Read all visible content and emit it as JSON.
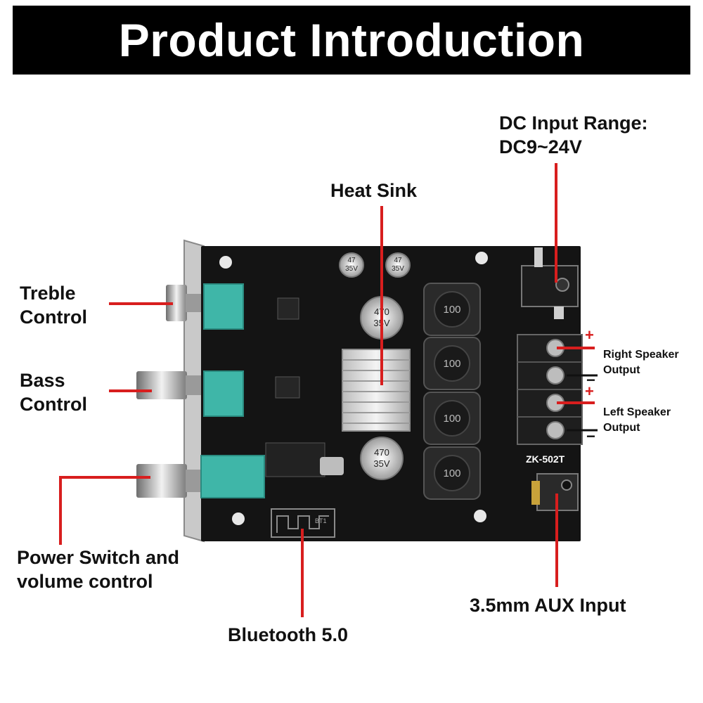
{
  "header": {
    "title": "Product Introduction"
  },
  "labels": {
    "dc_input": [
      "DC Input Range:",
      "DC9~24V"
    ],
    "heat_sink": "Heat Sink",
    "treble": [
      "Treble",
      "Control"
    ],
    "bass": [
      "Bass",
      "Control"
    ],
    "power": [
      "Power Switch and",
      "volume control"
    ],
    "bluetooth": "Bluetooth 5.0",
    "aux": "3.5mm AUX Input",
    "right_speaker": [
      "Right Speaker",
      "Output"
    ],
    "left_speaker": [
      "Left Speaker",
      "Output"
    ]
  },
  "board": {
    "model": "ZK-502T",
    "cap_top_left": [
      "47",
      "35V"
    ],
    "cap_top_right": [
      "47",
      "35V"
    ],
    "cap_big": [
      "470",
      "35V"
    ],
    "inductor_value": "100",
    "antenna_label": "BT1",
    "plus_sign": "+",
    "minus_sign": "−"
  },
  "colors": {
    "accent_line": "#d81e1e",
    "board": "#141414",
    "pot_teal": "#3fb6a8"
  }
}
